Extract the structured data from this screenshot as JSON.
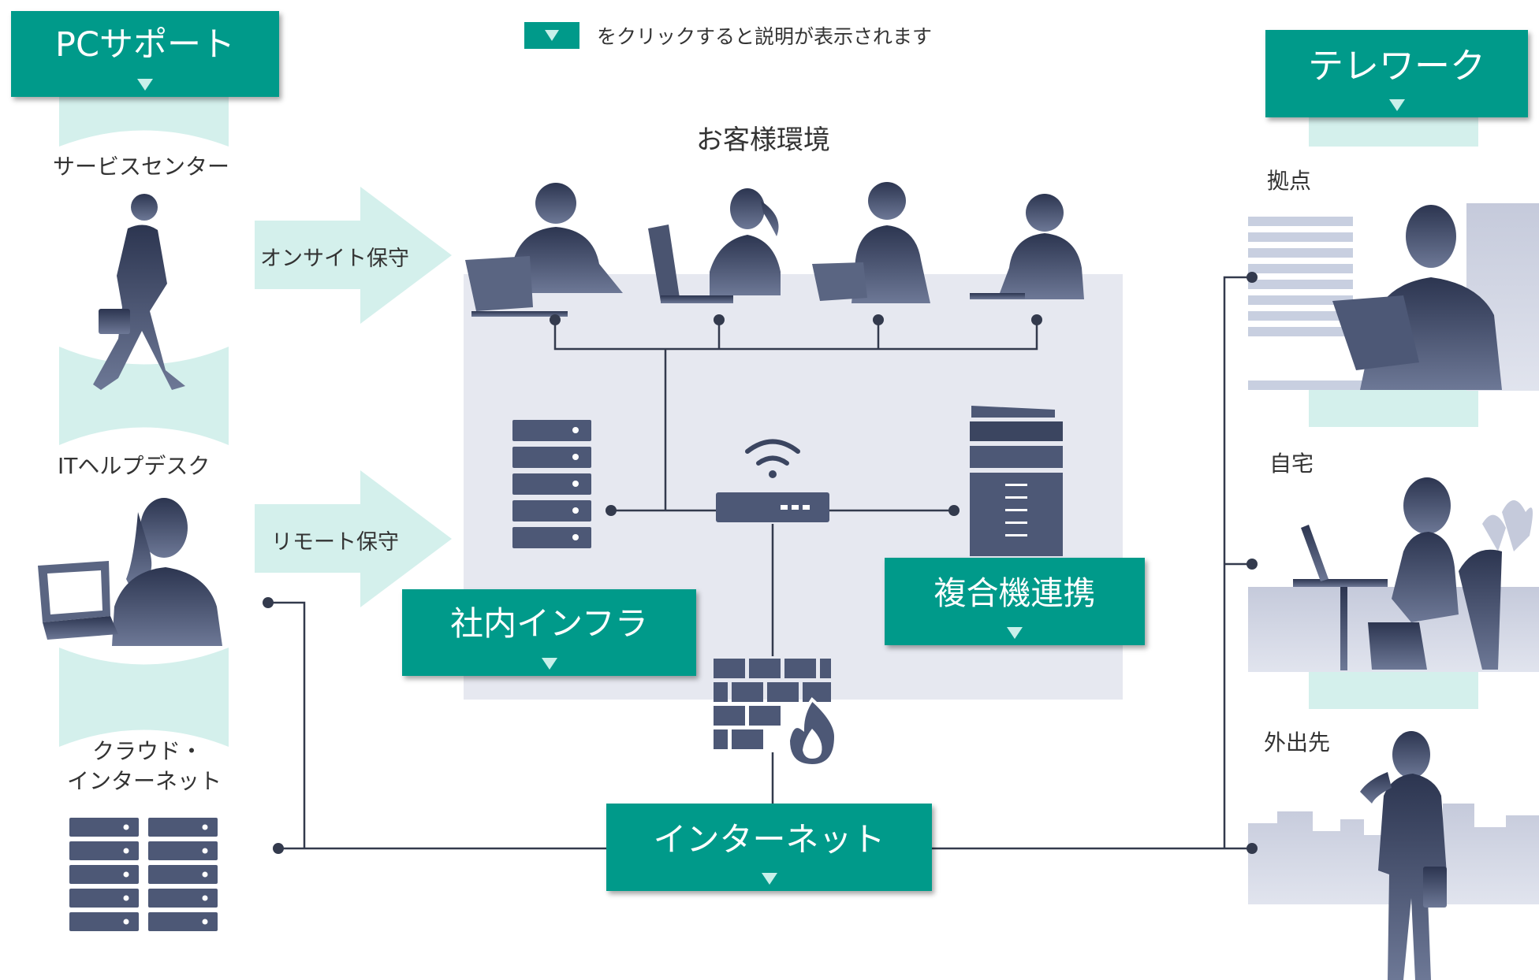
{
  "legend": {
    "text": "をクリックすると説明が表示されます",
    "icon": "triangle-down-icon"
  },
  "pc_support": {
    "title": "PCサポート",
    "service_center": "サービスセンター",
    "it_helpdesk": "ITヘルプデスク",
    "cloud_line1": "クラウド・",
    "cloud_line2": "インターネット"
  },
  "arrows": {
    "onsite": "オンサイト保守",
    "remote": "リモート保守"
  },
  "customer_env": {
    "title": "お客様環境",
    "infra_button": "社内インフラ",
    "mfp_button": "複合機連携"
  },
  "internet_button": "インターネット",
  "telework": {
    "title": "テレワーク",
    "base": "拠点",
    "home": "自宅",
    "outside": "外出先"
  },
  "colors": {
    "teal": "#009a8a",
    "light_teal": "#d4f0ec",
    "navy": "#3b4560",
    "panel": "#e6e8f0"
  }
}
